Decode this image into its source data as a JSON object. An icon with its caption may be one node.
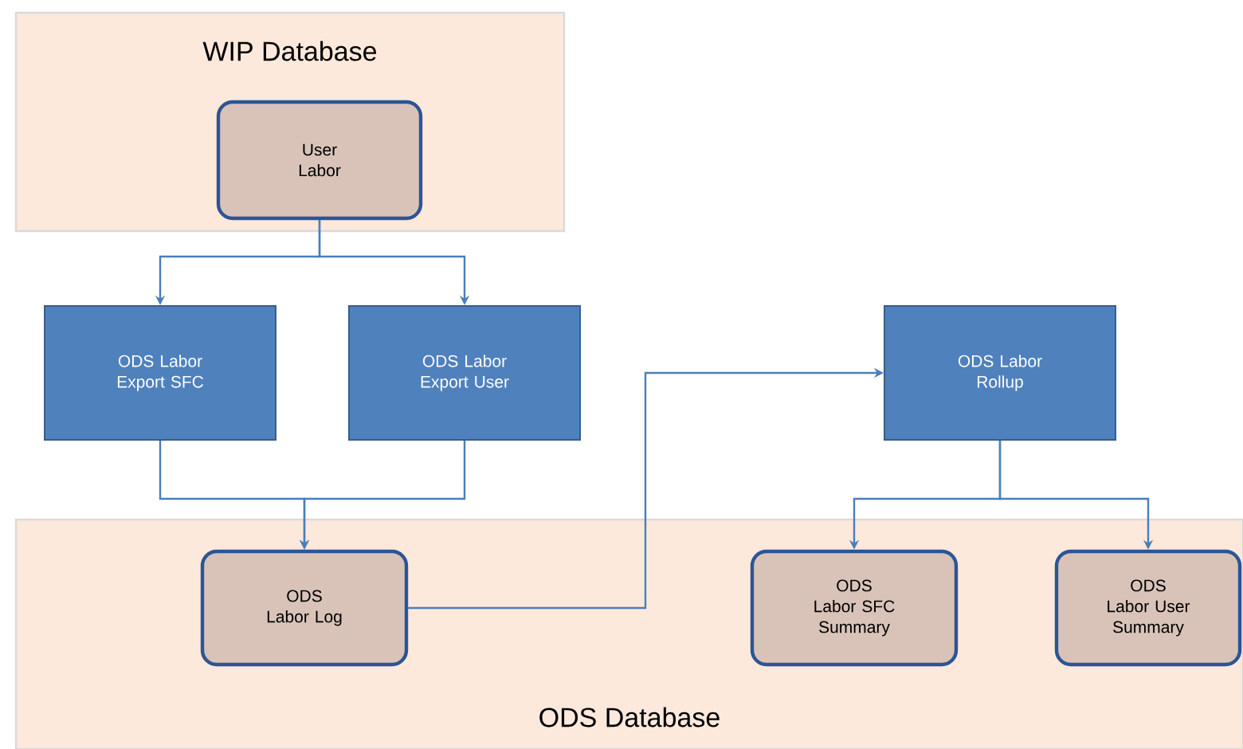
{
  "diagram": {
    "nodes": [
      {
        "text": [
          "WIP Database"
        ]
      },
      {
        "text": [
          "User Labor"
        ],
        "in": 0
      },
      {
        "text": [
          "ODS Labor Export SFC"
        ]
      },
      {
        "text": [
          "ODS Labor Export User"
        ]
      },
      {
        "text": [
          "ODS Labor Rollup"
        ]
      },
      {
        "text": [
          "ODS Database"
        ]
      },
      {
        "text": [
          "ODS Labor Log"
        ],
        "in": 5
      },
      {
        "text": [
          "ODS Labor SFC Summary"
        ],
        "in": 5
      },
      {
        "text": [
          "ODS Labor User Summary"
        ],
        "in": 5
      }
    ],
    "edges": [
      {
        "from": 1,
        "to": 2,
        "arrow": "to"
      },
      {
        "from": 1,
        "to": 3,
        "arrow": "to"
      },
      {
        "from": 2,
        "to": 6,
        "arrow": "to"
      },
      {
        "from": 3,
        "to": 6,
        "arrow": "to"
      },
      {
        "from": 6,
        "to": 4,
        "arrow": "to"
      },
      {
        "from": 4,
        "to": 7,
        "arrow": "to"
      },
      {
        "from": 4,
        "to": 8,
        "arrow": "to"
      }
    ]
  }
}
